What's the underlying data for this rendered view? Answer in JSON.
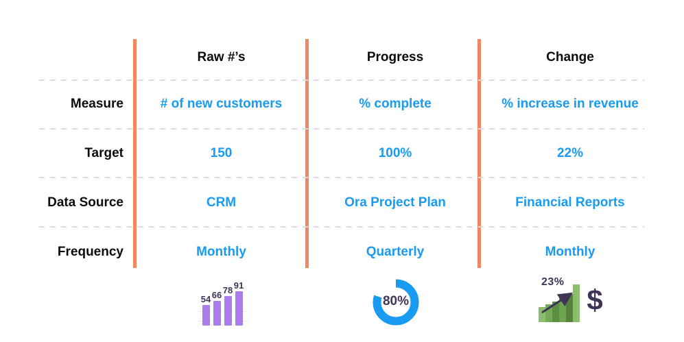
{
  "page": {
    "background": "#ffffff"
  },
  "colors": {
    "accent_orange": "#F1875C",
    "value_blue": "#189BF0",
    "label_black": "#0B0B0B",
    "dark_purple": "#3F3356",
    "purple_bar": "#AB7BEB",
    "divider_gray": "#DCDCDC"
  },
  "table": {
    "row_headers": [
      "Measure",
      "Target",
      "Data Source",
      "Frequency"
    ],
    "columns": [
      {
        "header": "Raw #’s",
        "measure": "# of new customers",
        "target": "150",
        "data_source": "CRM",
        "frequency": "Monthly"
      },
      {
        "header": "Progress",
        "measure": "% complete",
        "target": "100%",
        "data_source": "Ora Project Plan",
        "frequency": "Quarterly"
      },
      {
        "header": "Change",
        "measure": "% increase in revenue",
        "target": "22%",
        "data_source": "Financial Reports",
        "frequency": "Monthly"
      }
    ]
  },
  "chart_data": [
    {
      "type": "bar",
      "name": "raw-numbers-trend",
      "values": [
        54,
        66,
        78,
        91
      ],
      "data_labels": [
        "54",
        "66",
        "78",
        "91"
      ],
      "bar_color": "#AB7BEB",
      "label_color": "#3F3356",
      "grid": true,
      "legend": "none",
      "axes": "none"
    },
    {
      "type": "donut",
      "name": "progress-ring",
      "value": 80,
      "max": 100,
      "center_label": "80%",
      "ring_color": "#189BF0",
      "label_color": "#3F3356",
      "start_angle_deg": 0,
      "direction": "clockwise"
    },
    {
      "type": "bar",
      "name": "revenue-growth",
      "values": [
        22,
        26,
        30,
        36,
        41,
        55
      ],
      "bar_colors": [
        "#8ABD6C",
        "#73A957",
        "#5C8F44",
        "#6FA453",
        "#56823E",
        "#8ABD6C"
      ],
      "annotation": "23%",
      "annotation_color": "#3F3356",
      "dollar_glyph": "$",
      "legend": "none",
      "axes": "none"
    }
  ]
}
